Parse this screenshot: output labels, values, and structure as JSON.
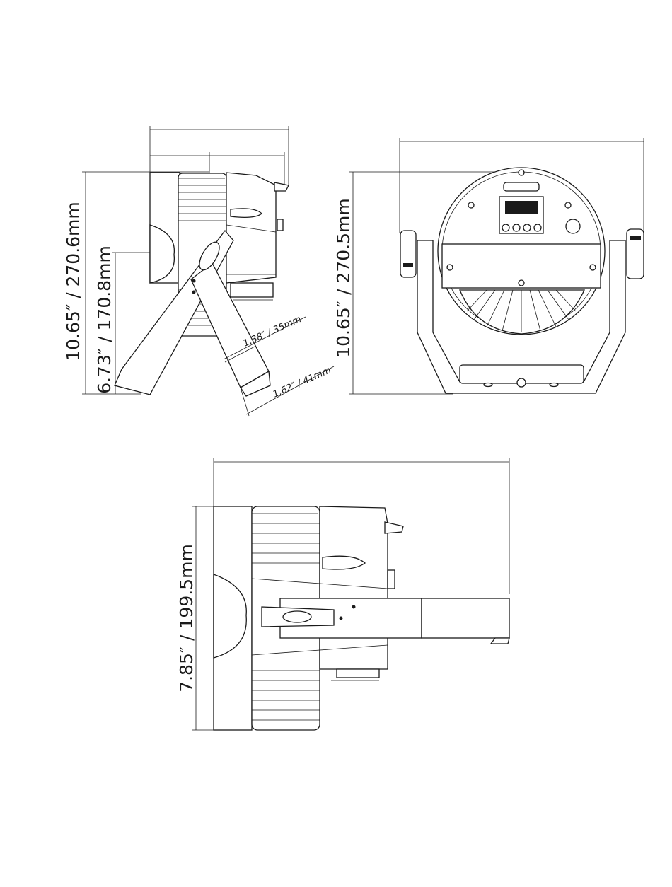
{
  "dimensions": {
    "side_view_height": "10.65″ / 270.6mm",
    "side_view_yoke_height": "6.73″ / 170.8mm",
    "yoke_offset_small": "1.38″ / 35mm",
    "yoke_offset_large": "1.62″ / 41mm",
    "rear_view_height": "10.65″ / 270.5mm",
    "top_view_depth": "7.85″ / 199.5mm"
  }
}
